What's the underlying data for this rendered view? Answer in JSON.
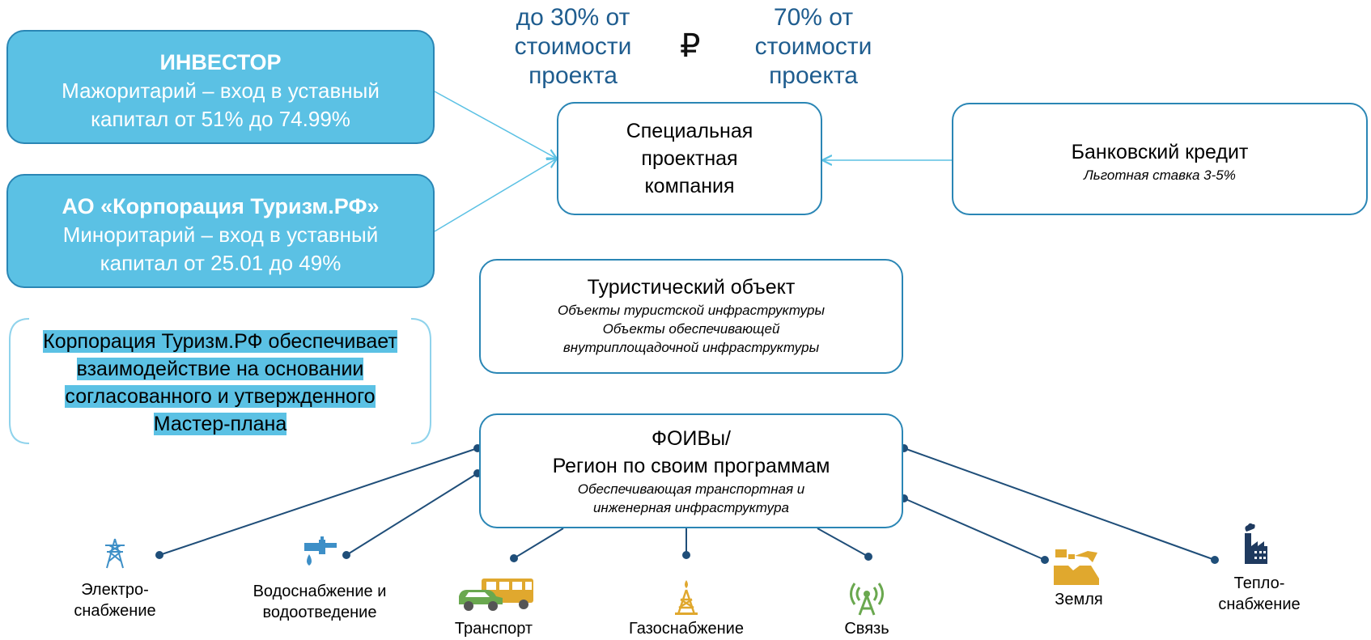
{
  "top": {
    "left_share": "до 30% от стоимости проекта",
    "right_share": "70% от стоимости проекта",
    "currency_symbol": "₽"
  },
  "investor": {
    "title": "ИНВЕСТОР",
    "line1": "Мажоритарий – вход в уставный",
    "line2": "капитал от 51% до 74.99%"
  },
  "corporation": {
    "title": "АО «Корпорация Туризм.РФ»",
    "line1": "Миноритарий – вход в уставный",
    "line2": "капитал от 25.01 до 49%"
  },
  "spv": {
    "line1": "Специальная",
    "line2": "проектная",
    "line3": "компания"
  },
  "bank": {
    "title": "Банковский кредит",
    "subtitle": "Льготная ставка 3-5%"
  },
  "tourist": {
    "title": "Туристический объект",
    "line1": "Объекты туристской инфраструктуры",
    "line2": "Объекты обеспечивающей",
    "line3": "внутриплощадочной инфраструктуры"
  },
  "note": {
    "line1": "Корпорация Туризм.РФ обеспечивает",
    "line2": "взаимодействие на основании",
    "line3": "согласованного и утвержденного",
    "line4": "Мастер-плана"
  },
  "foiv": {
    "line1": "ФОИВы/",
    "line2": "Регион по своим программам",
    "line3": "Обеспечивающая транспортная и",
    "line4": "инженерная инфраструктура"
  },
  "infrastructure": {
    "electricity": {
      "line1": "Электро-",
      "line2": "снабжение",
      "icon": "power-tower-icon"
    },
    "water": {
      "line1": "Водоснабжение и",
      "line2": "водоотведение",
      "icon": "water-tap-icon"
    },
    "transport": {
      "label": "Транспорт",
      "icon": "bus-car-icon"
    },
    "gas": {
      "label": "Газоснабжение",
      "icon": "gas-rig-icon"
    },
    "communication": {
      "label": "Связь",
      "icon": "antenna-icon"
    },
    "land": {
      "label": "Земля",
      "icon": "excavator-icon"
    },
    "heat": {
      "line1": "Тепло-",
      "line2": "снабжение",
      "icon": "factory-icon"
    }
  },
  "colors": {
    "blue_fill": "#5bc1e4",
    "border": "#2a86b5",
    "connector_light": "#5bc1e4",
    "connector_dark": "#1f4e79",
    "icon_blue": "#3d8fc7",
    "icon_gold": "#e0a82e"
  }
}
